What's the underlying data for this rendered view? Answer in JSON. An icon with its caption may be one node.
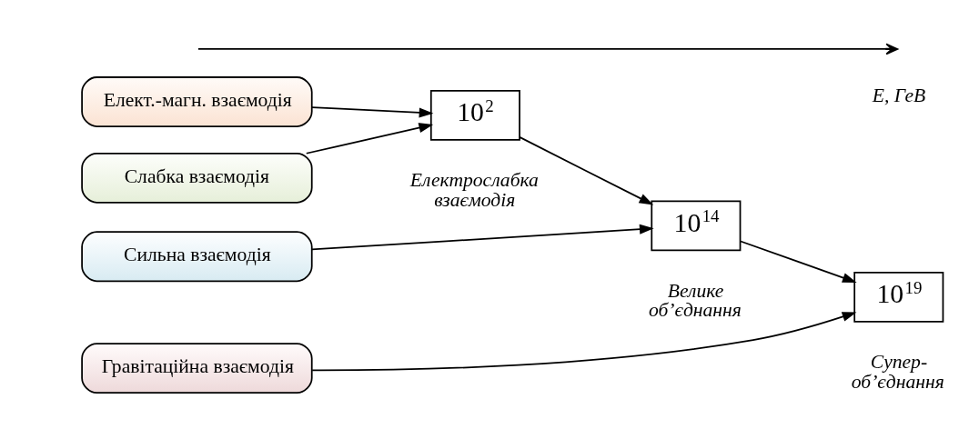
{
  "diagram": {
    "nodes": [
      {
        "text": [
          "Сильна взаємодія"
        ]
      },
      {
        "text": [
          "Слабка взаємодія"
        ]
      },
      {
        "text": [
          "Елект.-магн. взаємодія"
        ]
      },
      {
        "text": [
          "Гравітаційна взаємодія"
        ]
      },
      {
        "text": [
          "10$^{2}$"
        ],
        "beside": [
          "Електрослабка взаємодія"
        ]
      },
      {
        "text": [
          "10$^{14}$"
        ],
        "beside": [
          "Велике об’єднання"
        ]
      },
      {
        "text": [
          "10$^{19}$"
        ],
        "beside": [
          "Супер- об’єднання"
        ]
      }
    ],
    "edges": [
      {
        "from": 0,
        "to": 5,
        "arrow": "to"
      },
      {
        "from": 1,
        "to": 4,
        "arrow": "to"
      },
      {
        "from": 2,
        "to": 4,
        "arrow": "to"
      },
      {
        "from": 4,
        "to": 5,
        "arrow": "to"
      },
      {
        "from": 5,
        "to": 6,
        "arrow": "to"
      },
      {
        "from": 3,
        "to": 6,
        "arrow": "to"
      }
    ],
    "labels": [
      "E, ГеВ"
    ]
  }
}
